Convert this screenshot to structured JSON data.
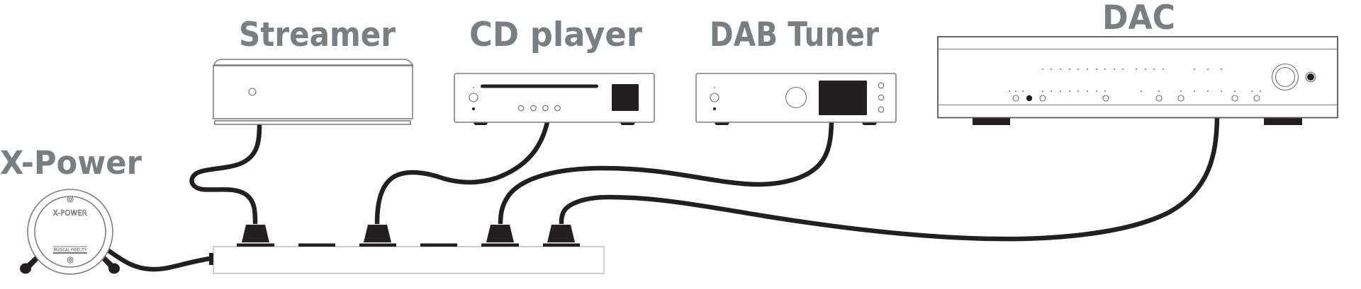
{
  "diagram": {
    "description": "Mains power connection: X-Power unit feeding a power strip that powers four audio components",
    "colors": {
      "title": "#787f82",
      "cable": "#231f20",
      "device_outline": "#7d7d7d",
      "strip_outline": "#c2c2c2",
      "background": "#ffffff"
    },
    "devices": {
      "xpower": {
        "label": "X-Power",
        "front_brand": "X-POWER",
        "front_maker": "MUSICAL FIDELITY"
      },
      "streamer": {
        "label": "Streamer"
      },
      "cd_player": {
        "label": "CD player",
        "transport_buttons": 4
      },
      "dab_tuner": {
        "label": "DAB Tuner",
        "side_buttons": 3
      },
      "dac": {
        "label": "DAC"
      }
    },
    "power_strip": {
      "socket_count": 6,
      "sockets": [
        {
          "index": 1,
          "occupied": true,
          "connected_to": "Streamer"
        },
        {
          "index": 2,
          "occupied": false,
          "connected_to": ""
        },
        {
          "index": 3,
          "occupied": true,
          "connected_to": "CD player"
        },
        {
          "index": 4,
          "occupied": false,
          "connected_to": ""
        },
        {
          "index": 5,
          "occupied": true,
          "connected_to": "DAB Tuner"
        },
        {
          "index": 6,
          "occupied": true,
          "connected_to": "DAC"
        }
      ],
      "fed_by": "X-Power"
    }
  }
}
